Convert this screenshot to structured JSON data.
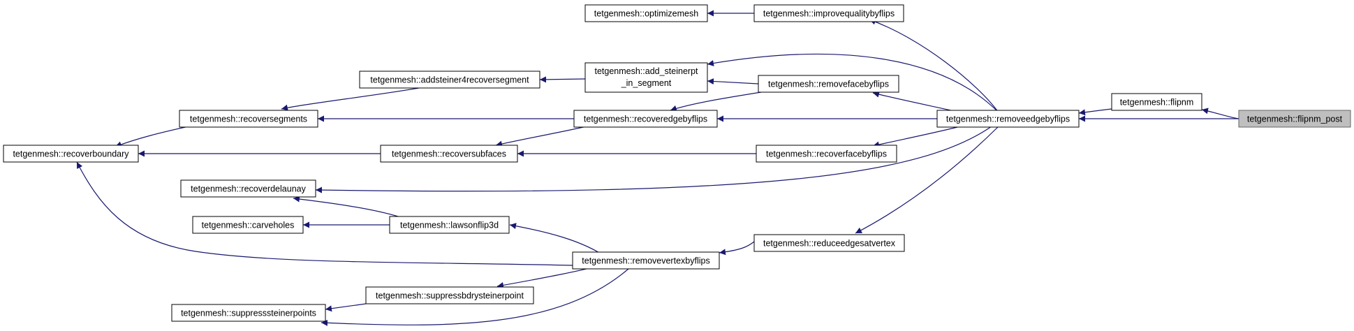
{
  "nodes": {
    "flipnm_post": "tetgenmesh::flipnm_post",
    "flipnm": "tetgenmesh::flipnm",
    "removeedgebyflips": "tetgenmesh::removeedgebyflips",
    "improvequalitybyflips": "tetgenmesh::improvequalitybyflips",
    "optimizemesh": "tetgenmesh::optimizemesh",
    "add_steinerpt_line1": "tetgenmesh::add_steinerpt",
    "add_steinerpt_line2": "_in_segment",
    "removefacebyflips": "tetgenmesh::removefacebyflips",
    "addsteiner4recoversegment": "tetgenmesh::addsteiner4recoversegment",
    "recoveredgebyflips": "tetgenmesh::recoveredgebyflips",
    "recoversegments": "tetgenmesh::recoversegments",
    "recoverfacebyflips": "tetgenmesh::recoverfacebyflips",
    "recoversubfaces": "tetgenmesh::recoversubfaces",
    "recoverboundary": "tetgenmesh::recoverboundary",
    "recoverdelaunay": "tetgenmesh::recoverdelaunay",
    "lawsonflip3d": "tetgenmesh::lawsonflip3d",
    "carveholes": "tetgenmesh::carveholes",
    "reduceedgesatvertex": "tetgenmesh::reduceedgesatvertex",
    "removevertexbyflips": "tetgenmesh::removevertexbyflips",
    "suppressbdrysteinerpoint": "tetgenmesh::suppressbdrysteinerpoint",
    "suppresssteinerpoints": "tetgenmesh::suppresssteinerpoints"
  },
  "colors": {
    "edge": "#191970",
    "current_node_fill": "#bfbfbf",
    "node_fill": "#ffffff"
  }
}
